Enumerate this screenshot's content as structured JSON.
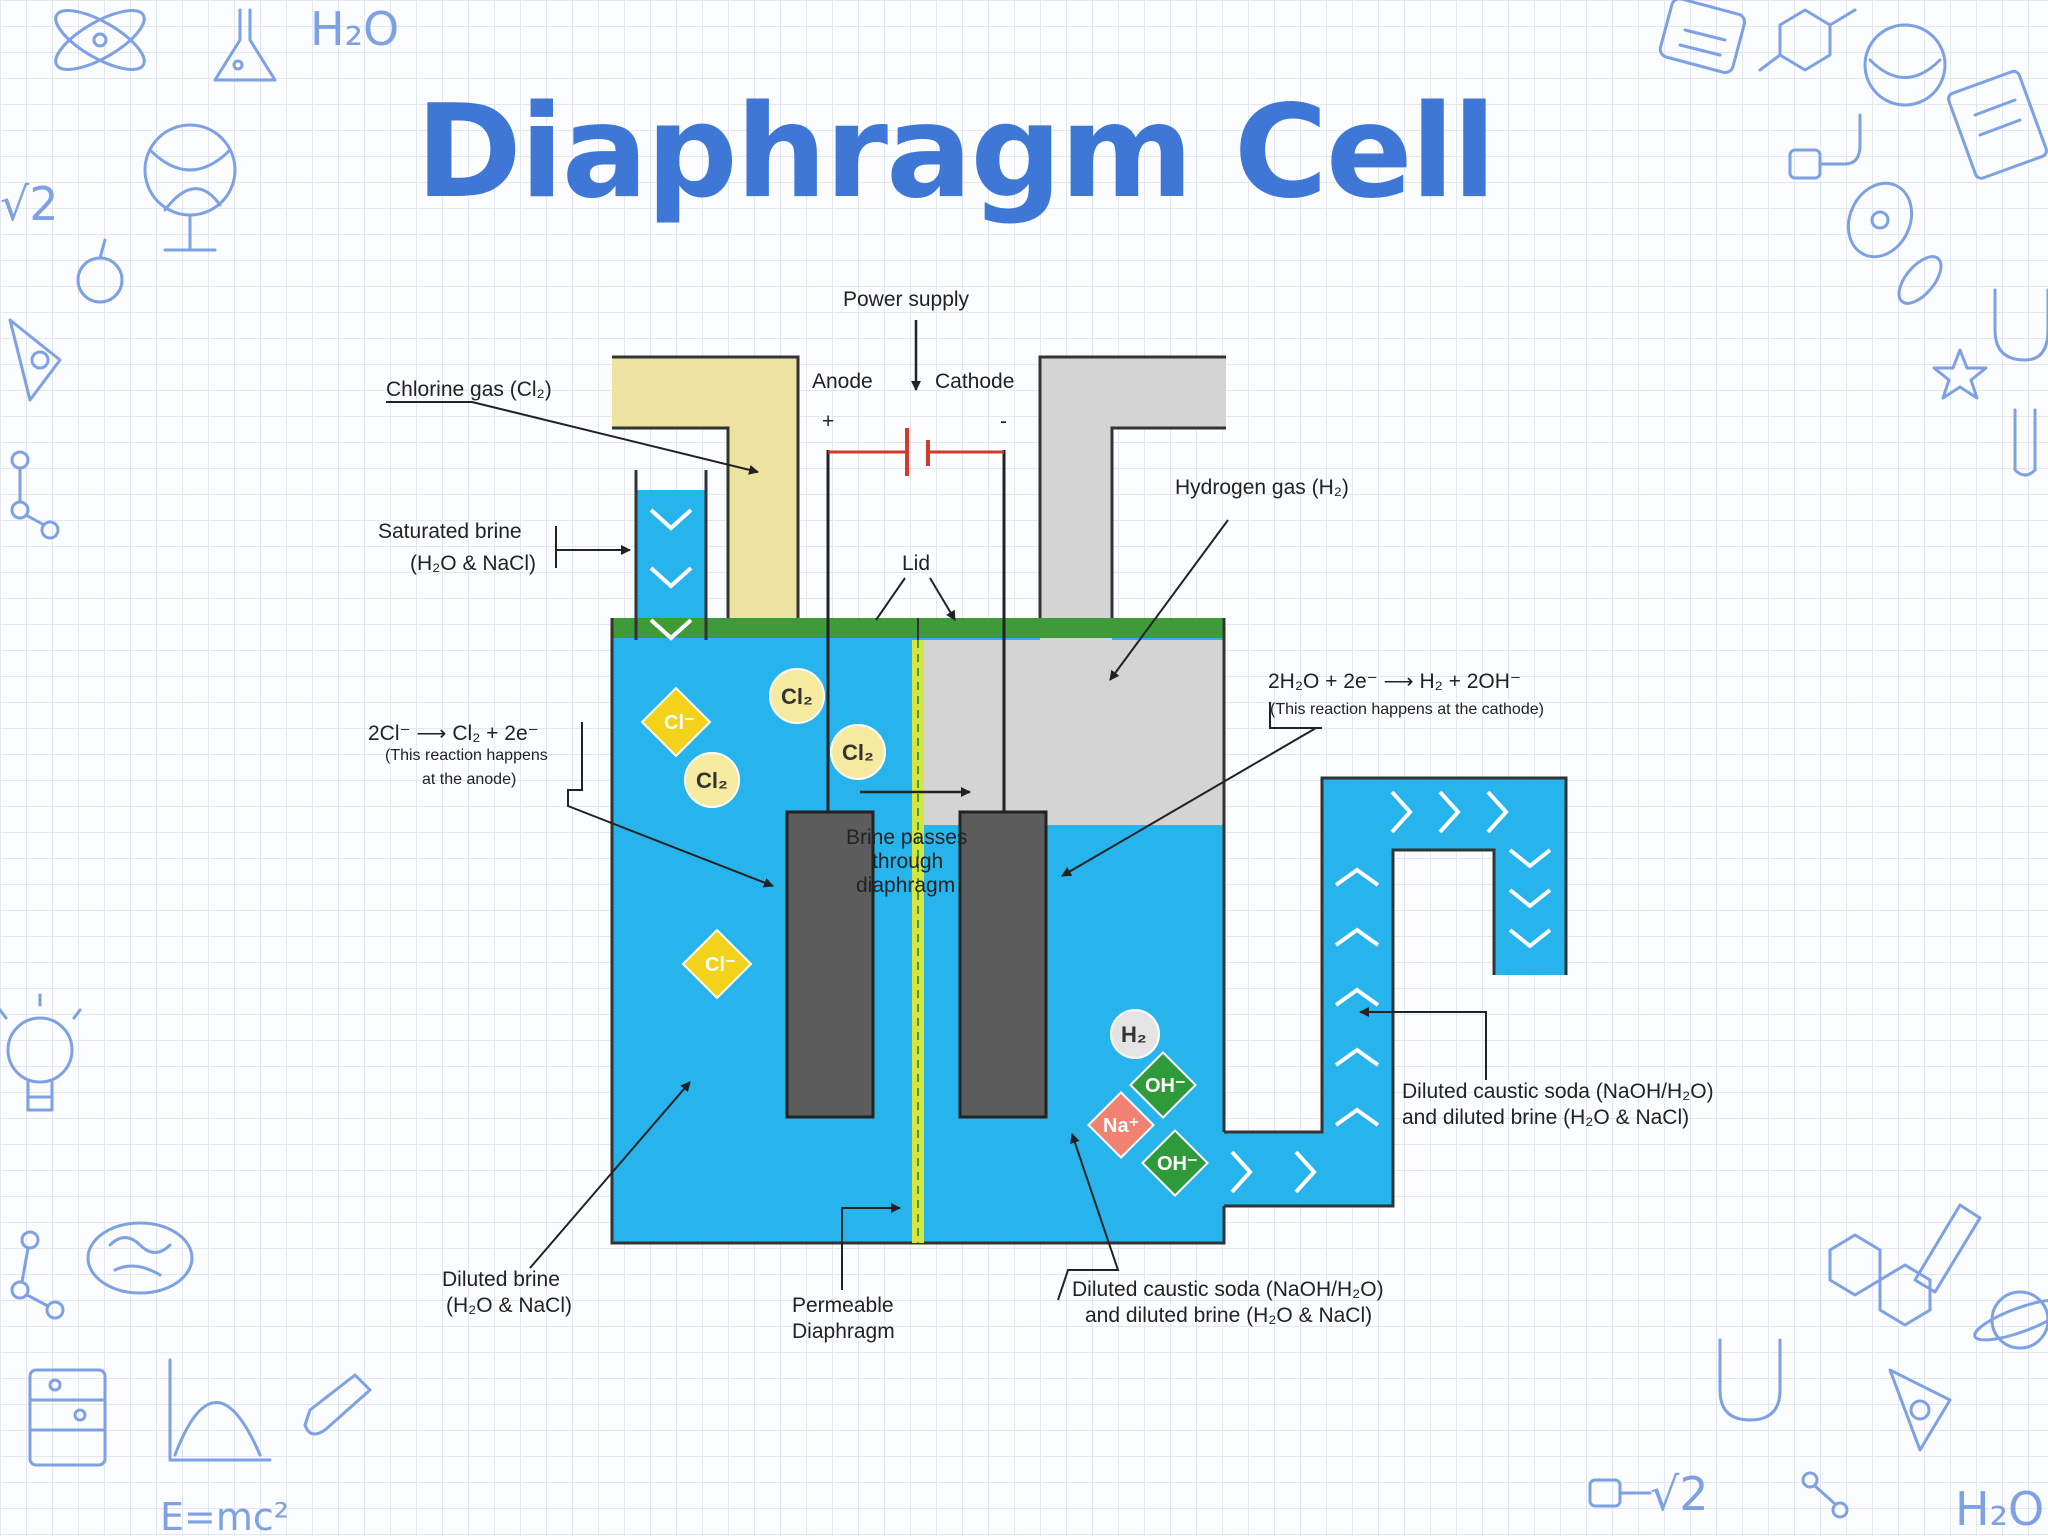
{
  "title": "Diaphragm Cell",
  "decor_text": {
    "h2o": "H₂O",
    "emc2": "E=mc²",
    "sqrt2": "√2"
  },
  "labels": {
    "power_supply": "Power supply",
    "anode": "Anode",
    "cathode": "Cathode",
    "plus": "+",
    "minus": "-",
    "lid": "Lid",
    "chlorine_gas": "Chlorine gas (Cl₂)",
    "hydrogen_gas": "Hydrogen gas (H₂)",
    "saturated_brine_1": "Saturated brine",
    "saturated_brine_2": "(H₂O & NaCl)",
    "anode_reaction_eq": "2Cl⁻ ⟶ Cl₂ + 2e⁻",
    "anode_reaction_note_1": "(This reaction happens",
    "anode_reaction_note_2": "at the anode)",
    "cathode_reaction_eq": "2H₂O + 2e⁻ ⟶ H₂ + 2OH⁻",
    "cathode_reaction_note": "(This reaction happens at the cathode)",
    "brine_passes_1": "Brine passes",
    "brine_passes_2": "through",
    "brine_passes_3": "diaphragm",
    "diluted_brine_1": "Diluted brine",
    "diluted_brine_2": "(H₂O & NaCl)",
    "permeable_1": "Permeable",
    "permeable_2": "Diaphragm",
    "caustic_bottom_1": "Diluted caustic soda (NaOH/H₂O)",
    "caustic_bottom_2": "and diluted brine (H₂O & NaCl)",
    "caustic_right_1": "Diluted caustic soda (NaOH/H₂O)",
    "caustic_right_2": "and diluted brine (H₂O & NaCl)"
  },
  "ions": {
    "cl_minus": "Cl⁻",
    "cl2": "Cl₂",
    "h2": "H₂",
    "oh_minus": "OH⁻",
    "na_plus": "Na⁺"
  },
  "colors": {
    "title": "#3f77d6",
    "brine": "#27b4ec",
    "chlorine": "#ece3a0",
    "hydrogen": "#d4d4d4",
    "lid": "#3f9a3a",
    "electrode": "#5c5c5c",
    "diaphragm": "#d7e63f",
    "wire": "#d23b2b",
    "cl_ion": "#f2d21a",
    "cl2_ion": "#f6e9a0",
    "oh_ion": "#2f9a3a",
    "na_ion": "#f08272",
    "decoration": "#7ea1e3"
  }
}
